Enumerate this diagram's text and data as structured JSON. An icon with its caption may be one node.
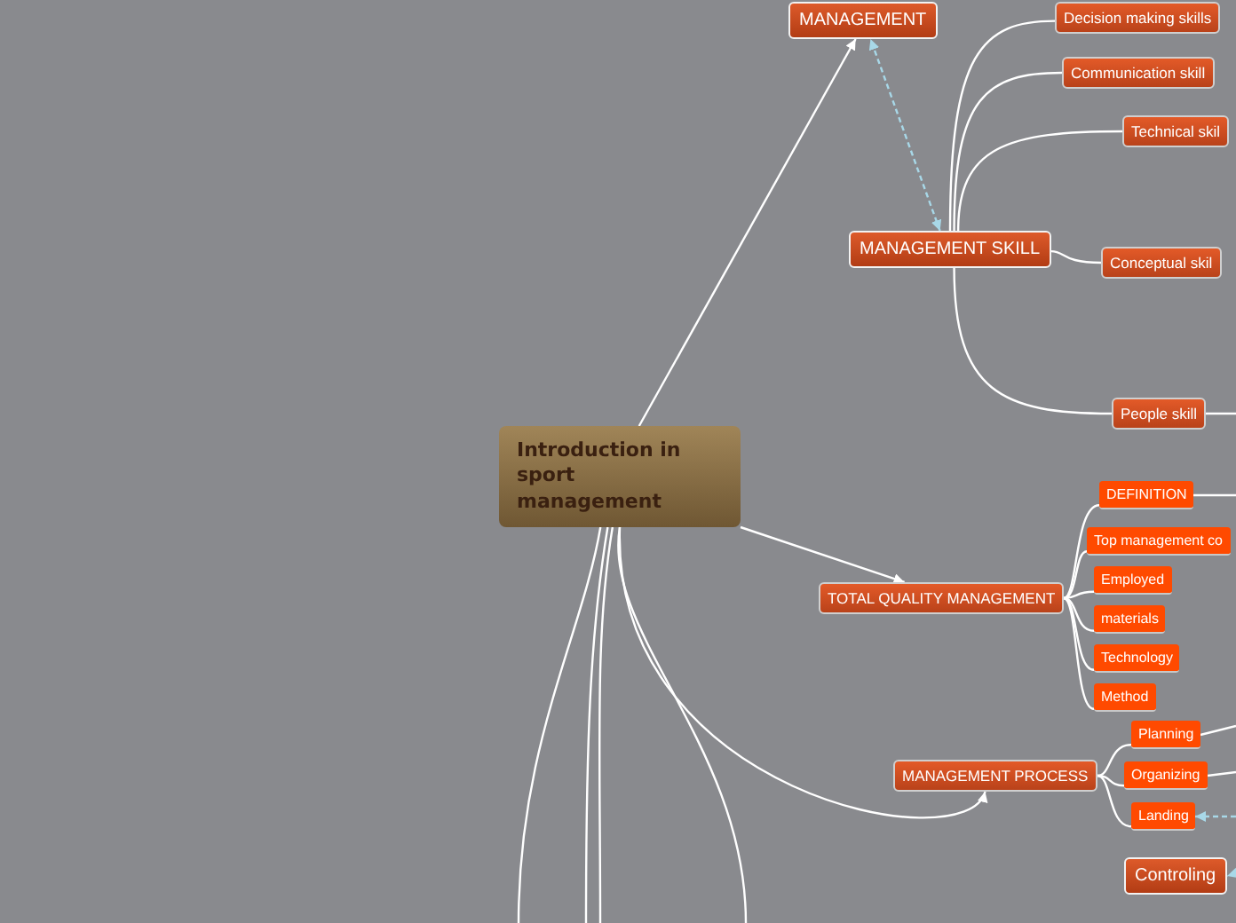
{
  "diagram": {
    "nodes": [
      {
        "text": [
          "MANAGEMENT"
        ]
      },
      {
        "text": [
          "Decision making skills"
        ]
      },
      {
        "text": [
          "Communication skill"
        ]
      },
      {
        "text": [
          "Technical skil"
        ]
      },
      {
        "text": [
          "MANAGEMENT SKILL"
        ]
      },
      {
        "text": [
          "Conceptual skil"
        ]
      },
      {
        "text": [
          "People skill"
        ]
      },
      {
        "text": [
          "Introduction in sport management"
        ]
      },
      {
        "text": [
          "DEFINITION"
        ]
      },
      {
        "text": [
          "Top management co"
        ]
      },
      {
        "text": [
          "TOTAL QUALITY MANAGEMENT"
        ]
      },
      {
        "text": [
          "Employed"
        ]
      },
      {
        "text": [
          "materials"
        ]
      },
      {
        "text": [
          "Technology"
        ]
      },
      {
        "text": [
          "Method"
        ]
      },
      {
        "text": [
          "Planning"
        ]
      },
      {
        "text": [
          "MANAGEMENT PROCESS"
        ]
      },
      {
        "text": [
          "Organizing"
        ]
      },
      {
        "text": [
          "Landing"
        ]
      },
      {
        "text": [
          "Controling"
        ]
      }
    ],
    "edges": [
      {
        "from": 7,
        "to": 0,
        "arrow": "to"
      },
      {
        "from": 4,
        "to": 0,
        "arrow": "both",
        "style": "dashed",
        "color": "#a8d8e8"
      },
      {
        "from": 4,
        "to": 1,
        "arrow": "none"
      },
      {
        "from": 4,
        "to": 2,
        "arrow": "none"
      },
      {
        "from": 4,
        "to": 3,
        "arrow": "none"
      },
      {
        "from": 4,
        "to": 5,
        "arrow": "none"
      },
      {
        "from": 4,
        "to": 6,
        "arrow": "none"
      },
      {
        "from": 6,
        "to": null,
        "arrow": "none"
      },
      {
        "from": 7,
        "to": 10,
        "arrow": "to"
      },
      {
        "from": 10,
        "to": 8,
        "arrow": "none"
      },
      {
        "from": 10,
        "to": 9,
        "arrow": "none"
      },
      {
        "from": 10,
        "to": 11,
        "arrow": "none"
      },
      {
        "from": 10,
        "to": 12,
        "arrow": "none"
      },
      {
        "from": 10,
        "to": 13,
        "arrow": "none"
      },
      {
        "from": 10,
        "to": 14,
        "arrow": "none"
      },
      {
        "from": 8,
        "to": null,
        "arrow": "none"
      },
      {
        "from": 7,
        "to": 16,
        "arrow": "to"
      },
      {
        "from": 16,
        "to": 15,
        "arrow": "none"
      },
      {
        "from": 16,
        "to": 17,
        "arrow": "none"
      },
      {
        "from": 16,
        "to": 18,
        "arrow": "none"
      },
      {
        "from": 15,
        "to": null,
        "arrow": "none"
      },
      {
        "from": 17,
        "to": null,
        "arrow": "none"
      },
      {
        "from": null,
        "to": 18,
        "arrow": "to",
        "style": "dashed",
        "color": "#a8d8e8"
      },
      {
        "from": null,
        "to": 19,
        "arrow": "to",
        "style": "dashed",
        "color": "#a8d8e8"
      },
      {
        "from": 7,
        "to": null,
        "arrow": "none"
      },
      {
        "from": 7,
        "to": null,
        "arrow": "none"
      },
      {
        "from": 7,
        "to": null,
        "arrow": "none"
      },
      {
        "from": 7,
        "to": null,
        "arrow": "none"
      }
    ]
  }
}
